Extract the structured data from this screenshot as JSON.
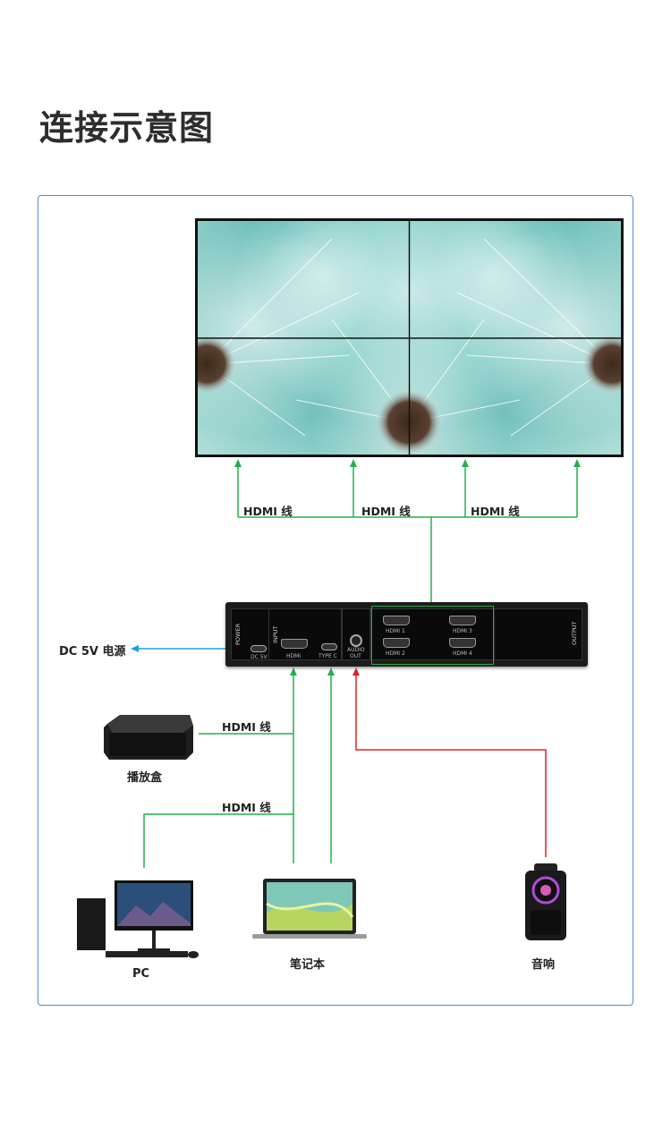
{
  "title": "连接示意图",
  "labels": {
    "hdmi_cable": "HDMI 线",
    "power": "DC 5V 电源",
    "set_top_box": "播放盒",
    "pc": "PC",
    "laptop": "笔记本",
    "speaker": "音响"
  },
  "ports": {
    "power": "POWER",
    "input": "INPUT",
    "output": "OUTPUT",
    "dc5v": "DC 5V",
    "hdmi": "HDMI",
    "typec": "TYPE C",
    "audio_out_1": "AUDIO",
    "audio_out_2": "OUT",
    "hdmi1": "HDMI 1",
    "hdmi2": "HDMI 2",
    "hdmi3": "HDMI 3",
    "hdmi4": "HDMI 4"
  },
  "colors": {
    "green_line": "#22b14c",
    "red_line": "#e0202a",
    "blue_line": "#1aa0e8",
    "frame_border": "#4a90d9"
  }
}
